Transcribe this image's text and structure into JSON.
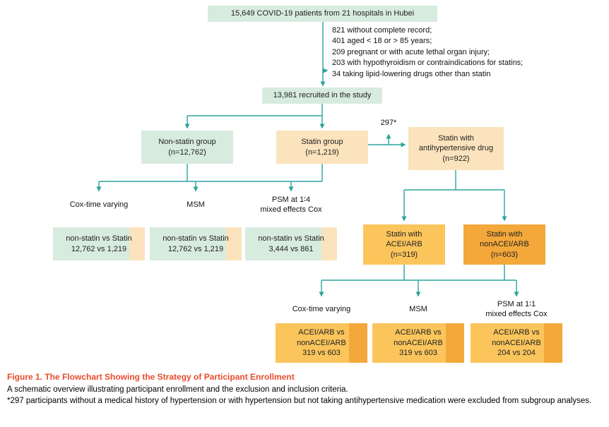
{
  "colors": {
    "line_teal": "#2ba49e",
    "box_green": "#d8ebdf",
    "box_peach": "#fbe3bd",
    "box_yellow": "#fbc55c",
    "box_orange": "#f4a83a",
    "caption_red": "#e84c2d"
  },
  "flowchart": {
    "total_patients": "15,649 COVID-19 patients from 21 hospitals in Hubei",
    "exclusions": [
      "821 without complete record;",
      "401 aged < 18 or > 85 years;",
      "209 pregnant or with acute lethal organ injury;",
      "203 with hypothyroidism or contraindications for statins;",
      "34 taking lipid-lowering drugs other than statin"
    ],
    "recruited": "13,981 recruited in the study",
    "non_statin_group": "Non-statin group\n(n=12,762)",
    "statin_group": "Statin group\n(n=1,219)",
    "excluded_count": "297*",
    "statin_antihypertensive": "Statin with\nantihypertensive drug\n(n=922)",
    "left_methods": [
      {
        "label": "Cox-time varying",
        "result": "non-statin vs Statin\n12,762 vs 1,219"
      },
      {
        "label": "MSM",
        "result": "non-statin vs Statin\n12,762 vs 1,219"
      },
      {
        "label": "PSM at 1∶4\nmixed effects Cox",
        "result": "non-statin vs Statin\n3,444 vs 861"
      }
    ],
    "statin_acei": "Statin with\nACEI/ARB\n(n=319)",
    "statin_nonacei": "Statin with\nnonACEI/ARB\n(n=603)",
    "right_methods": [
      {
        "label": "Cox-time varying",
        "result": "ACEI/ARB vs\nnonACEI/ARB\n319 vs 603"
      },
      {
        "label": "MSM",
        "result": "ACEI/ARB vs\nnonACEI/ARB\n319 vs 603"
      },
      {
        "label": "PSM at 1∶1\nmixed effects Cox",
        "result": "ACEI/ARB vs\nnonACEI/ARB\n204 vs 204"
      }
    ]
  },
  "caption": {
    "title": "Figure 1.  The Flowchart Showing the Strategy of Participant Enrollment",
    "description": "A schematic overview illustrating participant enrollment and the exclusion and inclusion criteria.",
    "footnote": "*297 participants without a medical history of hypertension or with hypertension but not taking antihypertensive medication were excluded from subgroup analyses."
  }
}
